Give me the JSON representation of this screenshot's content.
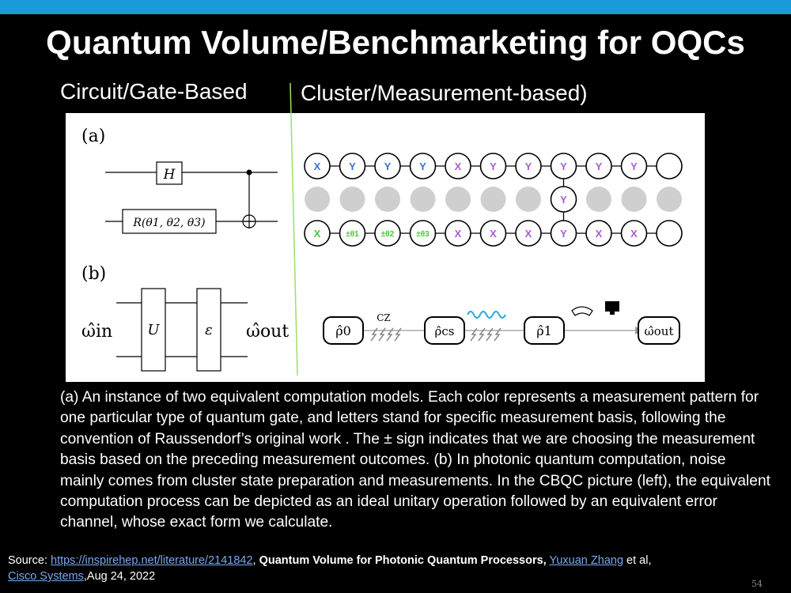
{
  "slide": {
    "title": "Quantum Volume/Benchmarketing for OQCs",
    "subtitle_left": "Circuit/Gate-Based",
    "subtitle_right": "Cluster/Measurement-based)",
    "page_number": "54"
  },
  "figure": {
    "label_a": "(a)",
    "label_b": "(b)",
    "gate_h": "H",
    "gate_r": "R(θ1, θ2, θ3)",
    "omega_in": "ω̂in",
    "gate_u": "U",
    "gate_eps": "ε",
    "omega_out": "ω̂out",
    "top_row": [
      "X",
      "Y",
      "Y",
      "Y",
      "X",
      "Y",
      "Y",
      "Y",
      "Y",
      "Y",
      ""
    ],
    "middle_node": "Y",
    "bottom_row": [
      "X",
      "±θ1",
      "±θ2",
      "±θ3",
      "X",
      "X",
      "X",
      "Y",
      "X",
      "X",
      ""
    ],
    "pipeline": {
      "rho0": "ρ̂0",
      "cz": "CZ",
      "rhocs": "ρ̂cs",
      "rho1": "ρ̂1",
      "omegaout": "ω̂out"
    },
    "colors": {
      "blue": "#3a6fd8",
      "purple": "#a95cd8",
      "green": "#4cc63d",
      "gray": "#cfcfcf",
      "topbar": "#1a9ad6"
    }
  },
  "caption": "(a) An instance of two equivalent computation models. Each color represents a measurement pattern for one particular type of quantum gate, and letters stand for specific measurement basis, following the convention of Raussendorf’s original work . The ± sign indicates that we are choosing the measurement basis based on the preceding measurement outcomes. (b) In photonic quantum computation, noise mainly comes from cluster state preparation and measurements. In the CBQC picture (left), the equivalent computation process can be depicted as an ideal unitary operation followed by an equivalent error channel, whose exact form we calculate.",
  "source": {
    "prefix": "Source: ",
    "link1": "https://inspirehep.net/literature/2141842",
    "sep1": ", ",
    "paper": "Quantum Volume for Photonic Quantum Processors,",
    "sep2": " ",
    "author": "Yuxuan Zhang",
    "etal": " et al,",
    "org": "Cisco Systems",
    "date": ",Aug 24, 2022"
  }
}
